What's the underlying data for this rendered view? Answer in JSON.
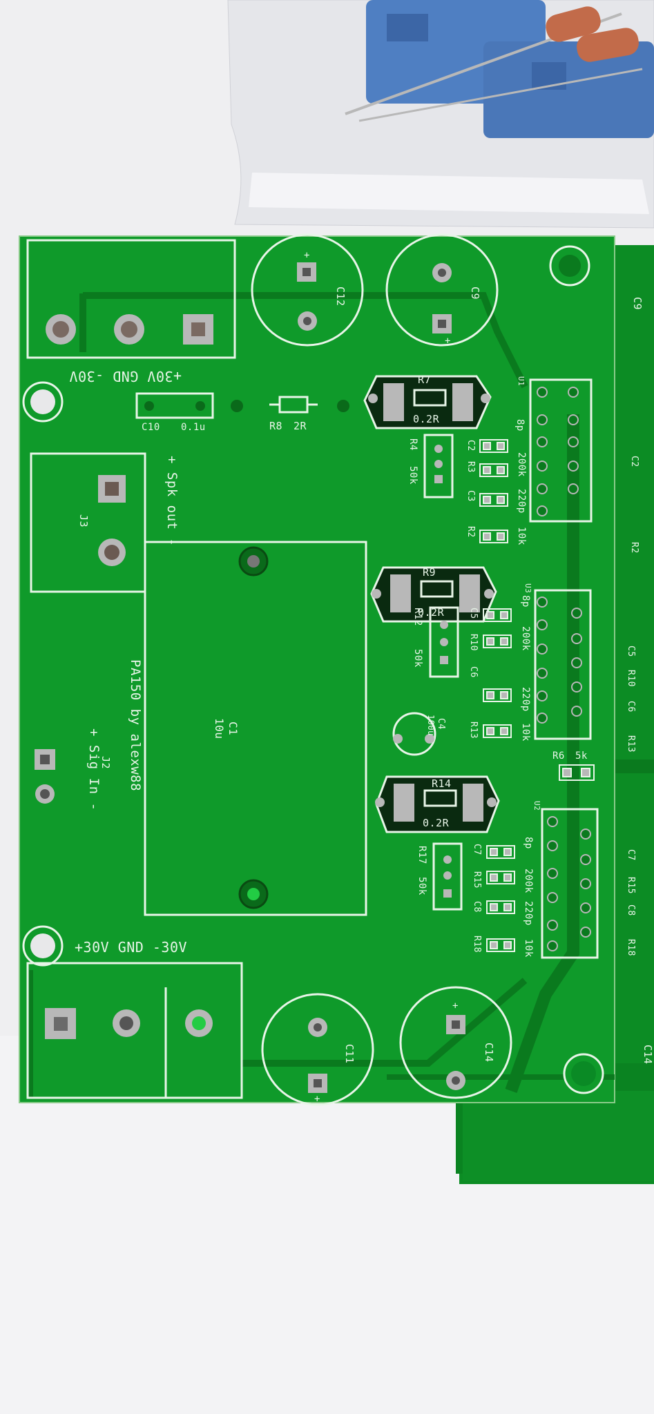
{
  "colors": {
    "pcb": "#0f9a2a",
    "pcb_dark": "#0a7a1e",
    "silkscreen": "#e8f5e8",
    "copper": "#b8b8b8",
    "background": "#efeff1",
    "bag_blue": "#4f7fc2",
    "resistor": "#c26b4a"
  },
  "board": {
    "title": "PA150 by alexw88",
    "power_top": "+30V GND -30V",
    "power_bottom": "+30V GND -30V",
    "spk_out": "+ Spk out -",
    "sig_in": "+ Sig In -",
    "j2": "J2",
    "j3": "J3",
    "c1": "C1",
    "c1_val": "10u",
    "c4": "C4",
    "c4_val": "100u",
    "c9": "C9",
    "c11": "C11",
    "c12": "C12",
    "c14": "C14",
    "c10": "C10",
    "c10_val": "0.1u",
    "r8": "R8",
    "r8_val": "2R",
    "r7": "R7",
    "r9": "R9",
    "r14": "R14",
    "r_val": "0.2R",
    "r4": "R4",
    "r12": "R12",
    "r17": "R17",
    "pot_val": "50k",
    "r6": "R6",
    "r6_val": "5k",
    "v8p": "8p",
    "v200k": "200k",
    "v220p": "220p",
    "v10k": "10k",
    "c2": "C2",
    "r3": "R3",
    "c3": "C3",
    "r2": "R2",
    "c5": "C5",
    "r10": "R10",
    "c6": "C6",
    "r13": "R13",
    "c7": "C7",
    "r15": "R15",
    "c8": "C8",
    "r18": "R18",
    "u1": "U1",
    "u2": "U2",
    "u3": "U3",
    "plus": "+"
  }
}
